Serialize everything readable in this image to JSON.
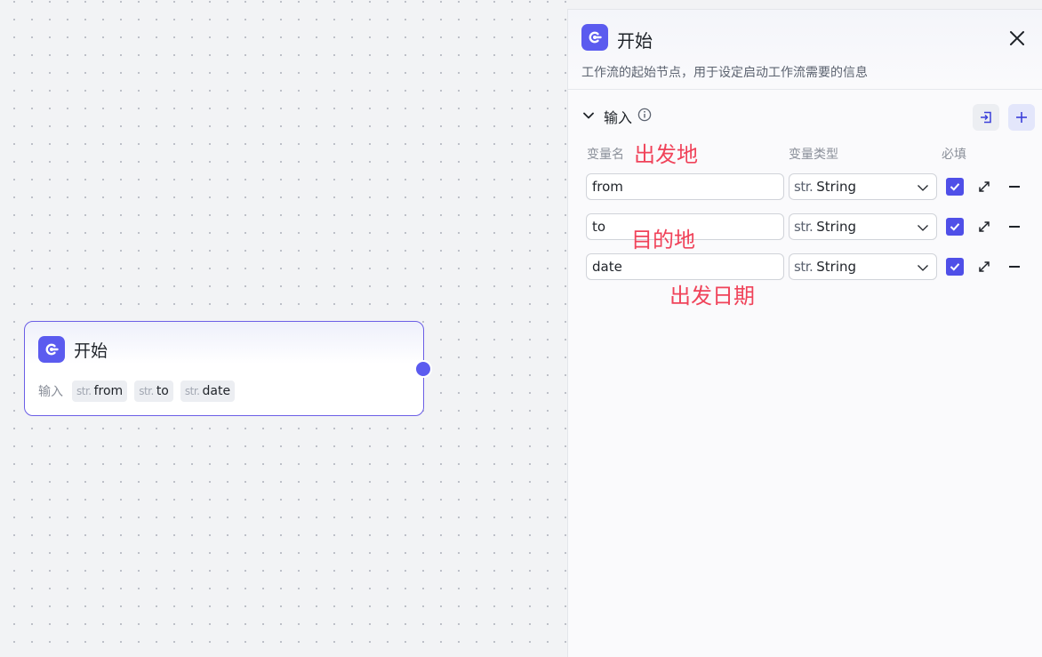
{
  "canvas": {
    "node": {
      "title": "开始",
      "inputs_label": "输入",
      "inputs": [
        {
          "type_abbr": "str.",
          "name": "from"
        },
        {
          "type_abbr": "str.",
          "name": "to"
        },
        {
          "type_abbr": "str.",
          "name": "date"
        }
      ]
    }
  },
  "panel": {
    "title": "开始",
    "description": "工作流的起始节点，用于设定启动工作流需要的信息",
    "section_title": "输入",
    "columns": {
      "name": "变量名",
      "type": "变量类型",
      "required": "必填"
    },
    "variables": [
      {
        "name": "from",
        "type_abbr": "str.",
        "type": "String",
        "required": true
      },
      {
        "name": "to",
        "type_abbr": "str.",
        "type": "String",
        "required": true
      },
      {
        "name": "date",
        "type_abbr": "str.",
        "type": "String",
        "required": true
      }
    ],
    "annotations": [
      "出发地",
      "目的地",
      "出发日期"
    ]
  },
  "colors": {
    "accent": "#5b5bef",
    "annotation": "#f0435a"
  },
  "icons": [
    "start-logo-icon",
    "close-icon",
    "chevron-down-icon",
    "info-icon",
    "import-icon",
    "plus-icon",
    "checkmark-icon",
    "expand-icon",
    "minus-icon"
  ]
}
